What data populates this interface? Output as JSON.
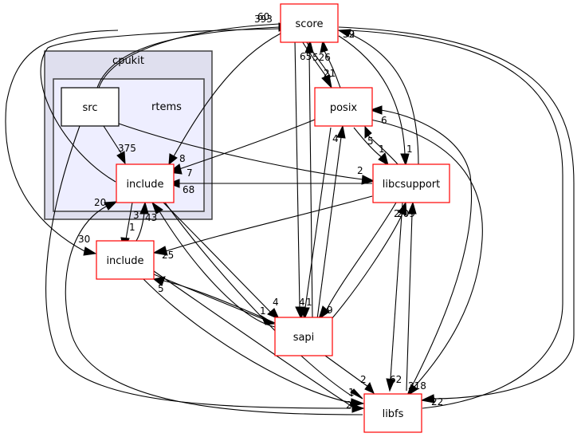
{
  "clusters": {
    "outer": {
      "label": "cpukit"
    },
    "inner": {
      "label": "rtems"
    }
  },
  "nodes": {
    "src": {
      "label": "src"
    },
    "include_rtems": {
      "label": "include"
    },
    "include": {
      "label": "include"
    },
    "score": {
      "label": "score"
    },
    "posix": {
      "label": "posix"
    },
    "libcsupport": {
      "label": "libcsupport"
    },
    "sapi": {
      "label": "sapi"
    },
    "libfs": {
      "label": "libfs"
    }
  },
  "edge_labels": {
    "src_score_a": "393",
    "src_score_b": "60",
    "src_include_rtems": "375",
    "src_libcsupport": "2",
    "src_include": "30",
    "src_libfs": "2",
    "include_rtems_score": "8",
    "posix_include_rtems": "7",
    "libcsupport_include_rtems": "68",
    "include_include_rtems": "43",
    "include_rtems_include": "1",
    "include_rtems_include_b": "3",
    "libfs_include_rtems": "20",
    "score_posix": "21",
    "posix_score": "526",
    "sapi_score": "65",
    "libcsupport_score": "39",
    "libfs_score": "32",
    "posix_libcsupport": "1",
    "libcsupport_posix": "5",
    "libfs_posix": "6",
    "sapi_posix": "4",
    "score_libcsupport": "1",
    "libcsupport_include": "25",
    "sapi_include": "5",
    "include_sapi": "1",
    "include_rtems_sapi": "4",
    "score_sapi": "4",
    "posix_sapi": "1",
    "libcsupport_sapi": "9",
    "sapi_libcsupport": "2",
    "libfs_libcsupport": "209",
    "sapi_libfs": "2",
    "include_libfs": "1",
    "include_rtems_libfs": "1",
    "libcsupport_libfs": "62",
    "posix_libfs": "218",
    "score_libfs": "22"
  }
}
